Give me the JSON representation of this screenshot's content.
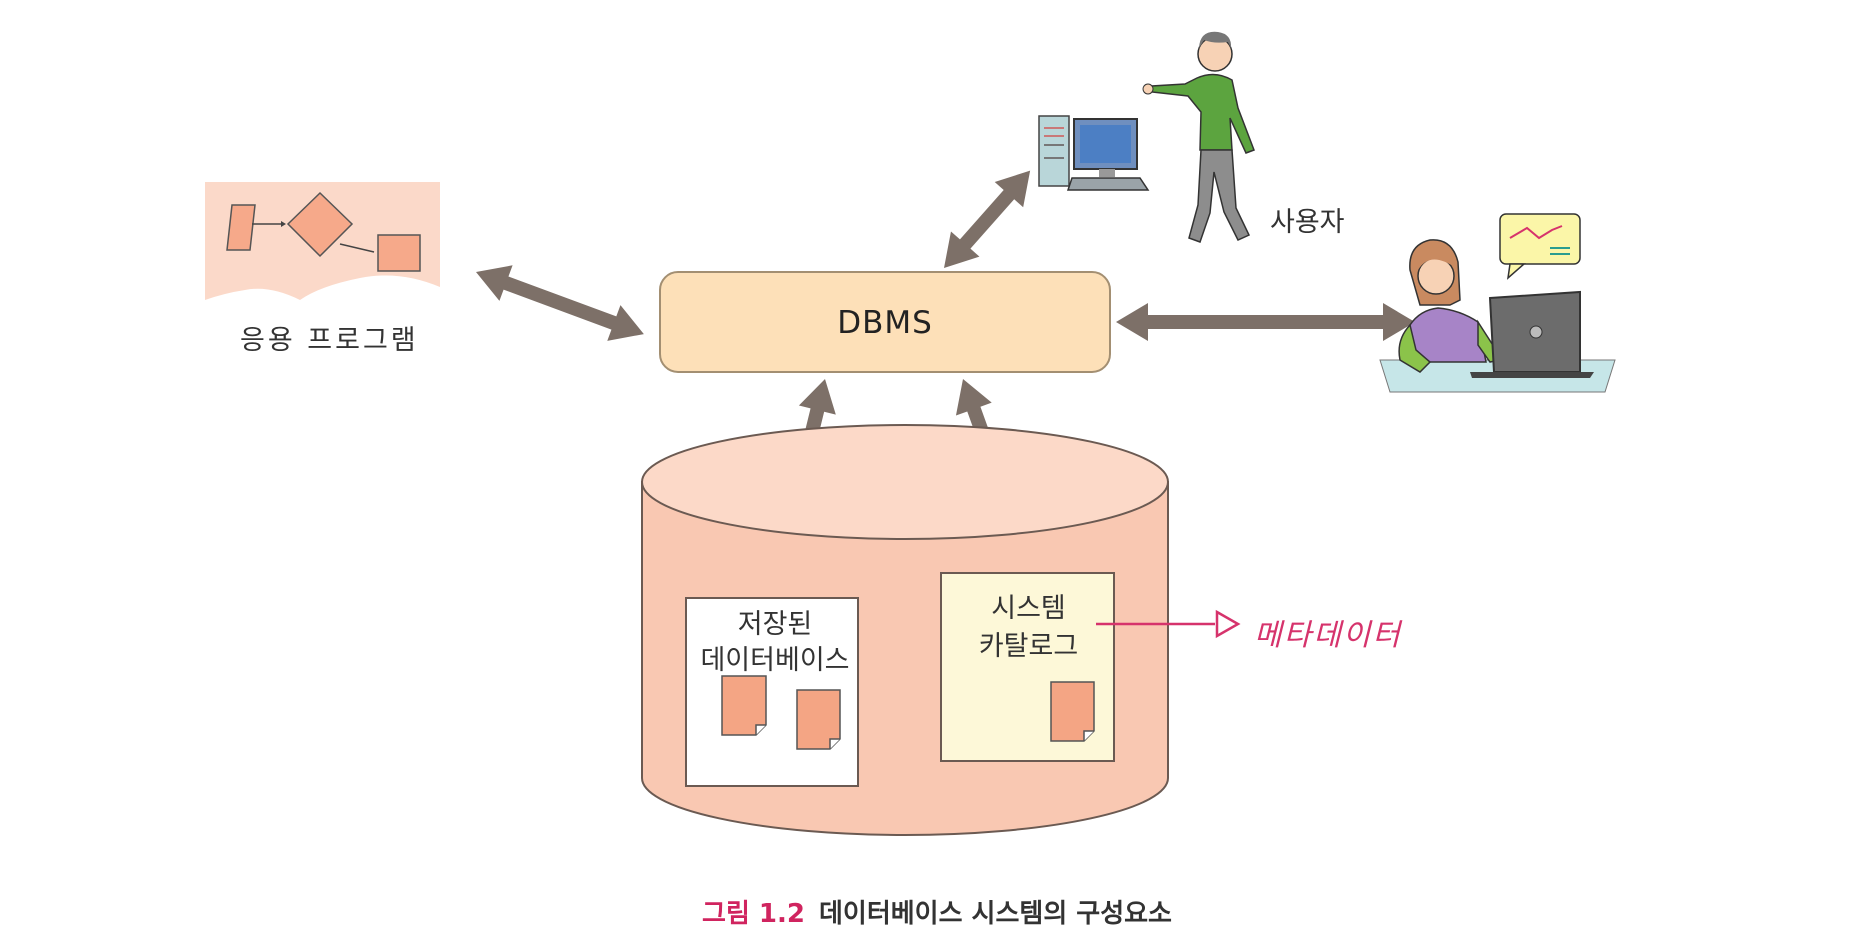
{
  "diagram": {
    "dbms": "DBMS",
    "application": "응용 프로그램",
    "user": "사용자",
    "database": {
      "stored_line1": "저장된",
      "stored_line2": "데이터베이스",
      "catalog_line1": "시스템",
      "catalog_line2": "카탈로그"
    },
    "metadata": "메타데이터"
  },
  "caption": {
    "number": "그림 1.2",
    "text": "데이터베이스 시스템의 구성요소"
  },
  "colors": {
    "dbms_fill": "#fde0b8",
    "cylinder_fill": "#f9c8b2",
    "arrow": "#7d7068",
    "metadata_accent": "#d6336c",
    "caption_number": "#d0245f"
  }
}
